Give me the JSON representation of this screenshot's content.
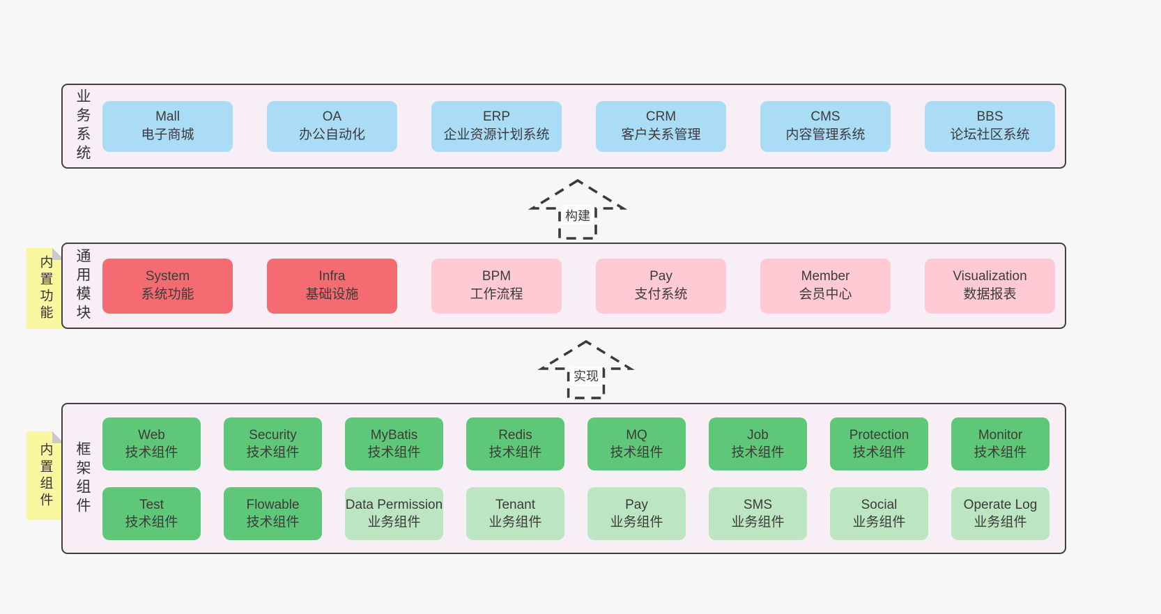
{
  "colors": {
    "page_bg": "#f7f7f7",
    "band_bg": "#f8eef6",
    "band_border": "#3f3f3f",
    "blue_node": "#abdcf5",
    "red_node": "#f56b72",
    "pink_node": "#ffcad3",
    "green_node": "#5fc878",
    "light_green_node": "#bce5c2",
    "sticky_note": "#fbf7a0",
    "sticky_fold": "#c9c9c9",
    "text": "#3b3b3b"
  },
  "bands": [
    {
      "label": "业务系统",
      "boxes": [
        {
          "title": "Mall",
          "subtitle": "电子商城"
        },
        {
          "title": "OA",
          "subtitle": "办公自动化"
        },
        {
          "title": "ERP",
          "subtitle": "企业资源计划系统"
        },
        {
          "title": "CRM",
          "subtitle": "客户关系管理"
        },
        {
          "title": "CMS",
          "subtitle": "内容管理系统"
        },
        {
          "title": "BBS",
          "subtitle": "论坛社区系统"
        }
      ]
    },
    {
      "label": "通用模块",
      "sticky": "内置功能",
      "boxes": [
        {
          "title": "System",
          "subtitle": "系统功能"
        },
        {
          "title": "Infra",
          "subtitle": "基础设施"
        },
        {
          "title": "BPM",
          "subtitle": "工作流程"
        },
        {
          "title": "Pay",
          "subtitle": "支付系统"
        },
        {
          "title": "Member",
          "subtitle": "会员中心"
        },
        {
          "title": "Visualization",
          "subtitle": "数据报表"
        }
      ]
    },
    {
      "label": "框架组件",
      "sticky": "内置组件",
      "rows": [
        [
          {
            "title": "Web",
            "subtitle": "技术组件"
          },
          {
            "title": "Security",
            "subtitle": "技术组件"
          },
          {
            "title": "MyBatis",
            "subtitle": "技术组件"
          },
          {
            "title": "Redis",
            "subtitle": "技术组件"
          },
          {
            "title": "MQ",
            "subtitle": "技术组件"
          },
          {
            "title": "Job",
            "subtitle": "技术组件"
          },
          {
            "title": "Protection",
            "subtitle": "技术组件"
          },
          {
            "title": "Monitor",
            "subtitle": "技术组件"
          }
        ],
        [
          {
            "title": "Test",
            "subtitle": "技术组件"
          },
          {
            "title": "Flowable",
            "subtitle": "技术组件"
          },
          {
            "title": "Data Permission",
            "subtitle": "业务组件"
          },
          {
            "title": "Tenant",
            "subtitle": "业务组件"
          },
          {
            "title": "Pay",
            "subtitle": "业务组件"
          },
          {
            "title": "SMS",
            "subtitle": "业务组件"
          },
          {
            "title": "Social",
            "subtitle": "业务组件"
          },
          {
            "title": "Operate Log",
            "subtitle": "业务组件"
          }
        ]
      ]
    }
  ],
  "arrows": [
    {
      "label": "构建"
    },
    {
      "label": "实现"
    }
  ]
}
